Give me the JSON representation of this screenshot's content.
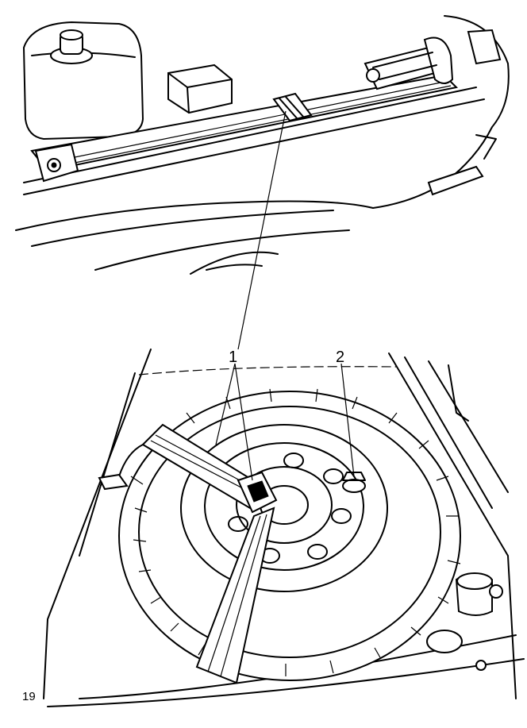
{
  "callouts": [
    {
      "id": "1",
      "label": "1"
    },
    {
      "id": "2",
      "label": "2"
    }
  ],
  "figure_number": "19"
}
